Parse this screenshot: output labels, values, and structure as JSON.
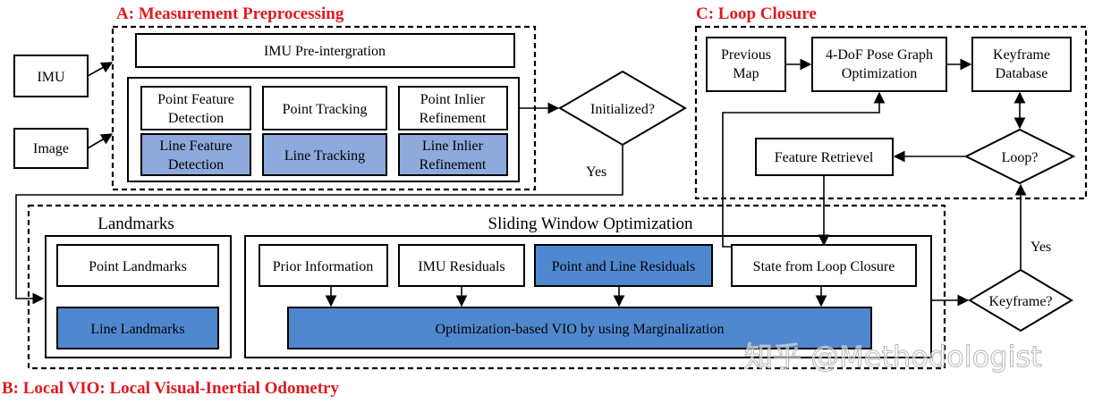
{
  "colors": {
    "title_red": "#e0191f",
    "light_blue": "#8ea9db",
    "mid_blue": "#4f88cf"
  },
  "sections": {
    "a_title": "A: Measurement Preprocessing",
    "b_title": "B: Local VIO: Local Visual-Inertial Odometry",
    "c_title": "C: Loop Closure"
  },
  "inputs": {
    "imu": "IMU",
    "image": "Image"
  },
  "preprocessing": {
    "imu_preintegration": "IMU Pre-intergration",
    "point_feature_detection": [
      "Point Feature",
      "Detection"
    ],
    "point_tracking": "Point  Tracking",
    "point_inlier_refinement": [
      "Point Inlier",
      "Refinement"
    ],
    "line_feature_detection": [
      "Line Feature",
      "Detection"
    ],
    "line_tracking": "Line  Tracking",
    "line_inlier_refinement": [
      "Line Inlier",
      "Refinement"
    ]
  },
  "decisions": {
    "initialized": "Initialized?",
    "loop": "Loop?",
    "keyframe": "Keyframe?",
    "yes_1": "Yes",
    "yes_2": "Yes"
  },
  "local_vio": {
    "landmarks_title": "Landmarks",
    "point_landmarks": "Point Landmarks",
    "line_landmarks": "Line Landmarks",
    "sliding_window_title": "Sliding Window Optimization",
    "prior_information": "Prior Information",
    "imu_residuals": "IMU Residuals",
    "point_line_residuals": "Point and Line Residuals",
    "state_from_loop_closure": "State from Loop Closure",
    "optimization_vio": "Optimization-based VIO by using Marginalization"
  },
  "loop_closure": {
    "previous_map": [
      "Previous",
      "Map"
    ],
    "pose_graph": [
      "4-DoF Pose Graph",
      "Optimization"
    ],
    "keyframe_database": [
      "Keyframe",
      "Database"
    ],
    "feature_retrieval": "Feature Retrievel"
  },
  "watermark": "知乎 @Methodologist"
}
